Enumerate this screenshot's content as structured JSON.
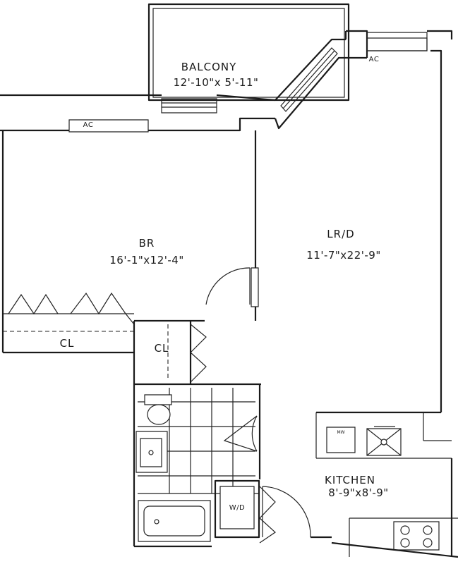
{
  "rooms": {
    "balcony": {
      "name": "BALCONY",
      "dimensions": "12'-10\"x 5'-11\""
    },
    "bedroom": {
      "name": "BR",
      "dimensions": "16'-1\"x12'-4\""
    },
    "living_dining": {
      "name": "LR/D",
      "dimensions": "11'-7\"x22'-9\""
    },
    "kitchen": {
      "name": "KITCHEN",
      "dimensions": "8'-9\"x8'-9\""
    }
  },
  "labels": {
    "ac_bedroom": "AC",
    "ac_living": "AC",
    "closet_bedroom": "CL",
    "closet_hall": "CL",
    "washer_dryer": "W/D",
    "microwave": "MW"
  }
}
